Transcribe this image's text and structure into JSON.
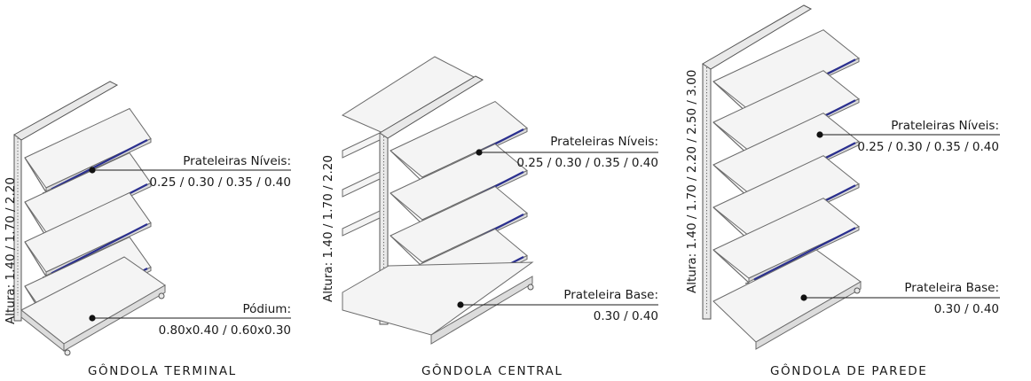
{
  "gondolas": [
    {
      "caption": "GÔNDOLA TERMINAL",
      "height_label": "Altura: 1.40 / 1.70 / 2.20",
      "callouts": [
        {
          "title": "Prateleiras Níveis:",
          "values": "0.25 / 0.30 / 0.35 / 0.40"
        },
        {
          "title": "Pódium:",
          "values": "0.80x0.40 / 0.60x0.30"
        }
      ]
    },
    {
      "caption": "GÔNDOLA CENTRAL",
      "height_label": "Altura: 1.40 / 1.70 / 2.20",
      "callouts": [
        {
          "title": "Prateleiras Níveis:",
          "values": "0.25 / 0.30 / 0.35 / 0.40"
        },
        {
          "title": "Prateleira Base:",
          "values": "0.30 / 0.40"
        }
      ]
    },
    {
      "caption": "GÔNDOLA DE PAREDE",
      "height_label": "Altura: 1.40 / 1.70 / 2.20 / 2.50 / 3.00",
      "callouts": [
        {
          "title": "Prateleiras Níveis:",
          "values": "0.25 / 0.30 / 0.35 / 0.40"
        },
        {
          "title": "Prateleira Base:",
          "values": "0.30 / 0.40"
        }
      ]
    }
  ],
  "colors": {
    "shelf_fill": "#f4f4f4",
    "shelf_outline": "#6b6b6b",
    "shelf_front_stripe": "#2a2f8f",
    "text": "#1a1a1a"
  }
}
